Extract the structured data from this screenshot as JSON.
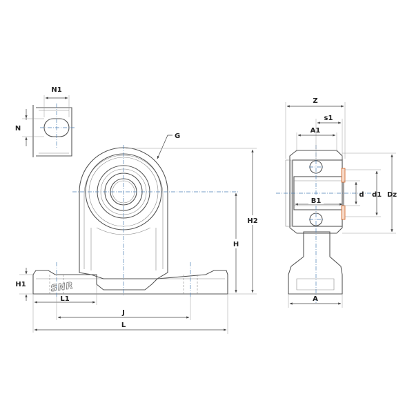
{
  "labels": {
    "n1": "N1",
    "n": "N",
    "g": "G",
    "h2": "H2",
    "h": "H",
    "h1": "H1",
    "l1": "L1",
    "j": "J",
    "l": "L",
    "z": "Z",
    "s1": "s1",
    "a1": "A1",
    "b1": "B1",
    "d": "d",
    "d1": "d1",
    "dz": "Dz",
    "a": "A"
  },
  "logo_text": "SNR",
  "colors": {
    "outline": "#555555",
    "dimension": "#444444",
    "centerline": "#4a7fb5",
    "seal": "#d06020"
  }
}
